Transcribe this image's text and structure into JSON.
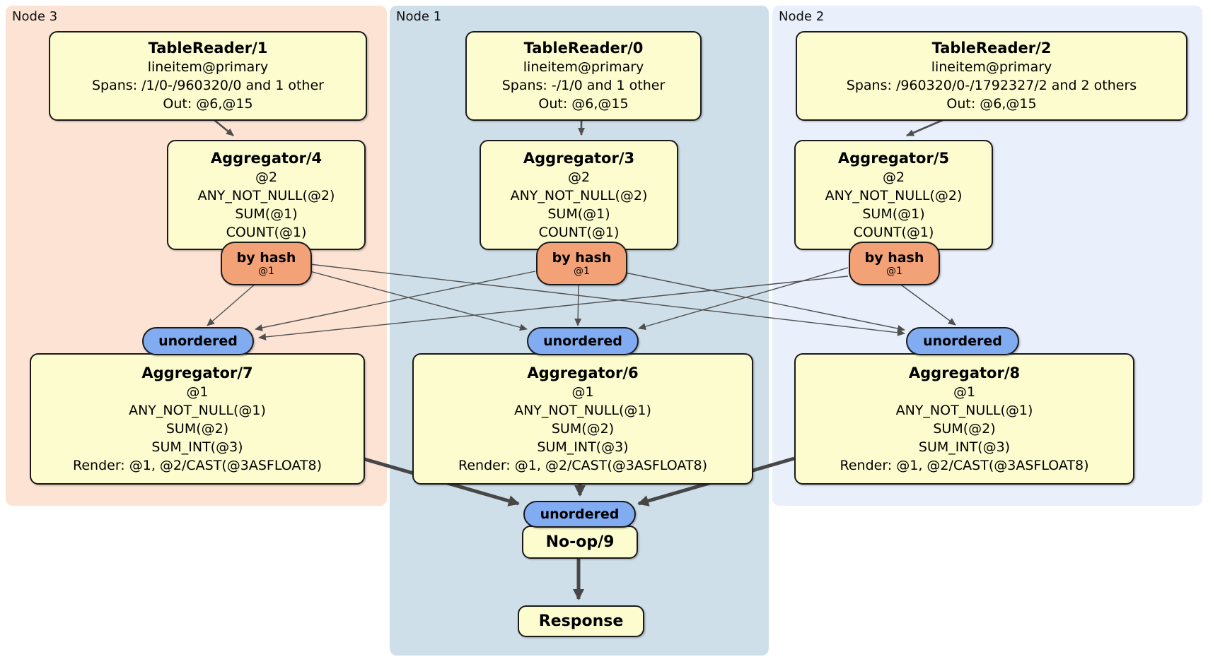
{
  "regions": {
    "node3": {
      "label": "Node 3"
    },
    "node1": {
      "label": "Node 1"
    },
    "node2": {
      "label": "Node 2"
    }
  },
  "processors": {
    "tr1": {
      "title": "TableReader/1",
      "lines": [
        "lineitem@primary",
        "Spans: /1/0-/960320/0 and 1 other",
        "Out: @6,@15"
      ]
    },
    "tr0": {
      "title": "TableReader/0",
      "lines": [
        "lineitem@primary",
        "Spans: -/1/0 and 1 other",
        "Out: @6,@15"
      ]
    },
    "tr2": {
      "title": "TableReader/2",
      "lines": [
        "lineitem@primary",
        "Spans: /960320/0-/1792327/2 and 2 others",
        "Out: @6,@15"
      ]
    },
    "agg4": {
      "title": "Aggregator/4",
      "lines": [
        "@2",
        "ANY_NOT_NULL(@2)",
        "SUM(@1)",
        "COUNT(@1)"
      ]
    },
    "agg3": {
      "title": "Aggregator/3",
      "lines": [
        "@2",
        "ANY_NOT_NULL(@2)",
        "SUM(@1)",
        "COUNT(@1)"
      ]
    },
    "agg5": {
      "title": "Aggregator/5",
      "lines": [
        "@2",
        "ANY_NOT_NULL(@2)",
        "SUM(@1)",
        "COUNT(@1)"
      ]
    },
    "agg7": {
      "title": "Aggregator/7",
      "lines": [
        "@1",
        "ANY_NOT_NULL(@1)",
        "SUM(@2)",
        "SUM_INT(@3)",
        "Render: @1, @2/CAST(@3ASFLOAT8)"
      ]
    },
    "agg6": {
      "title": "Aggregator/6",
      "lines": [
        "@1",
        "ANY_NOT_NULL(@1)",
        "SUM(@2)",
        "SUM_INT(@3)",
        "Render: @1, @2/CAST(@3ASFLOAT8)"
      ]
    },
    "agg8": {
      "title": "Aggregator/8",
      "lines": [
        "@1",
        "ANY_NOT_NULL(@1)",
        "SUM(@2)",
        "SUM_INT(@3)",
        "Render: @1, @2/CAST(@3ASFLOAT8)"
      ]
    },
    "noop": {
      "title": "No-op/9"
    },
    "response": {
      "title": "Response"
    }
  },
  "routers": {
    "byhash3": {
      "label": "by hash",
      "detail": "@1"
    },
    "byhash1": {
      "label": "by hash",
      "detail": "@1"
    },
    "byhash2": {
      "label": "by hash",
      "detail": "@1"
    },
    "unordered3": {
      "label": "unordered"
    },
    "unordered1": {
      "label": "unordered"
    },
    "unordered2": {
      "label": "unordered"
    },
    "unordered_final": {
      "label": "unordered"
    }
  },
  "colors": {
    "node3_bg": "#fce3d4",
    "node1_bg": "#cfdfe9",
    "node2_bg": "#e9effb",
    "processor_fill": "#fcfccf",
    "hash_router_fill": "#f3a176",
    "unordered_fill": "#81acf2",
    "edge": "#4f4f4f"
  }
}
